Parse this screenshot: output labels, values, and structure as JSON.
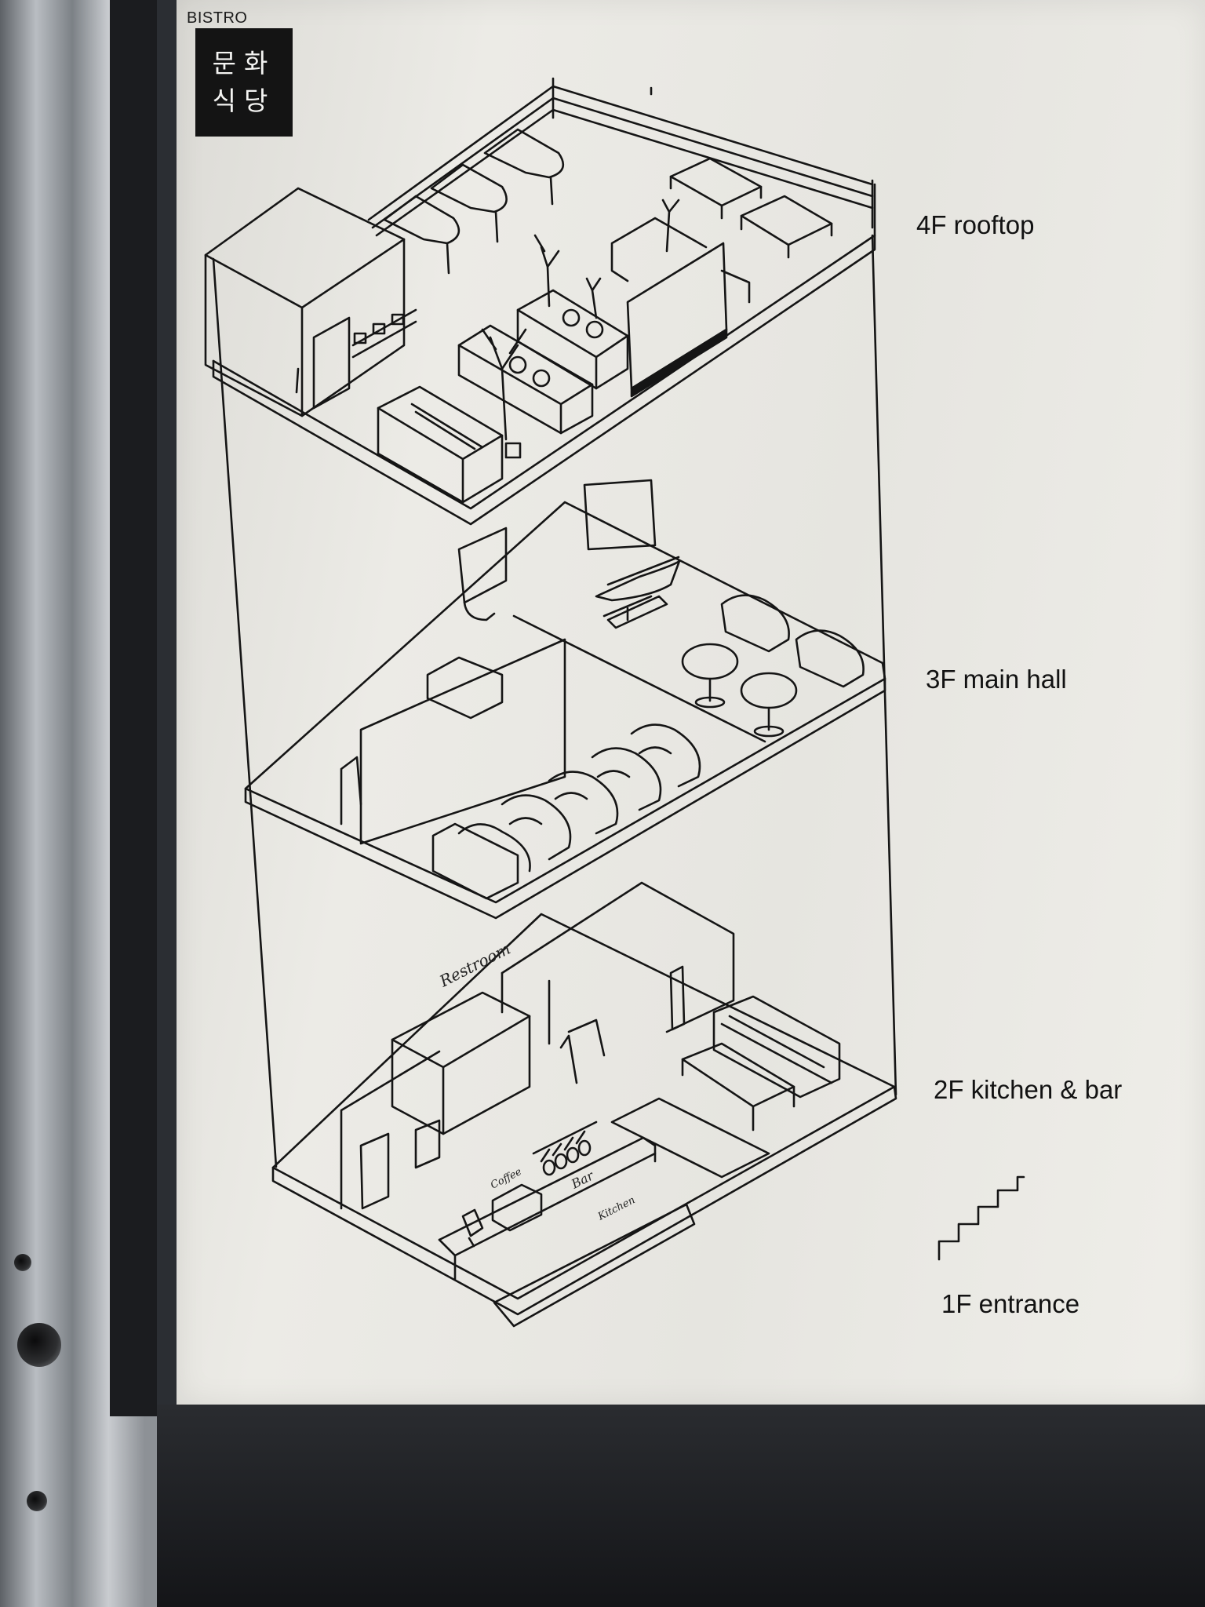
{
  "brand": {
    "label": "BISTRO",
    "logo_text": "문화식당"
  },
  "floors": [
    {
      "label": "4F rooftop"
    },
    {
      "label": "3F main hall"
    },
    {
      "label": "2F kitchen & bar"
    },
    {
      "label": "1F entrance"
    }
  ],
  "annotations": {
    "restroom": "Restroom",
    "coffee": "Coffee",
    "bar": "Bar",
    "kitchen": "Kitchen"
  }
}
